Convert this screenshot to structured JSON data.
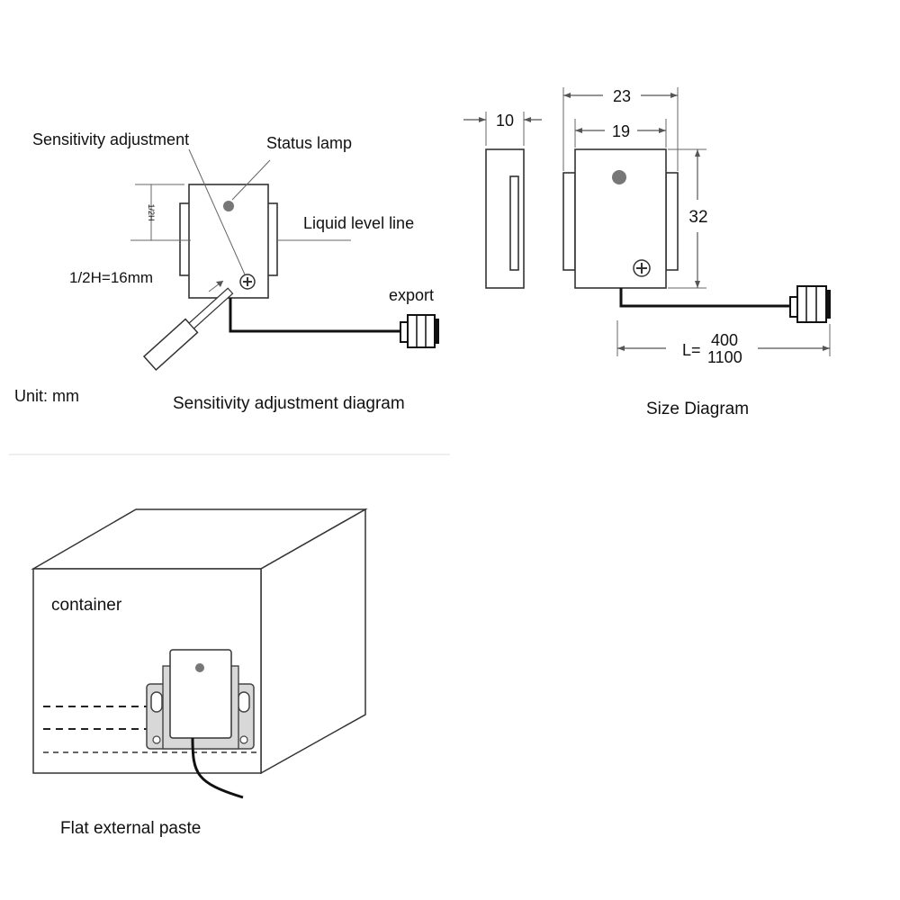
{
  "adjustment_diagram": {
    "label_sensitivity_adjustment": "Sensitivity adjustment",
    "label_status_lamp": "Status lamp",
    "label_liquid_level_line": "Liquid level line",
    "label_half_h": "1/2H=16mm",
    "label_half_h_vertical": "1/2H",
    "label_export": "export",
    "label_unit": "Unit: mm",
    "caption": "Sensitivity adjustment diagram"
  },
  "size_diagram": {
    "dim_width_outer": "23",
    "dim_width_inner": "19",
    "dim_height": "32",
    "dim_thickness": "10",
    "dim_length_prefix": "L=",
    "dim_length_a": "400",
    "dim_length_b": "1100",
    "caption": "Size Diagram"
  },
  "installation": {
    "label_container": "container",
    "caption": "Flat external paste"
  }
}
